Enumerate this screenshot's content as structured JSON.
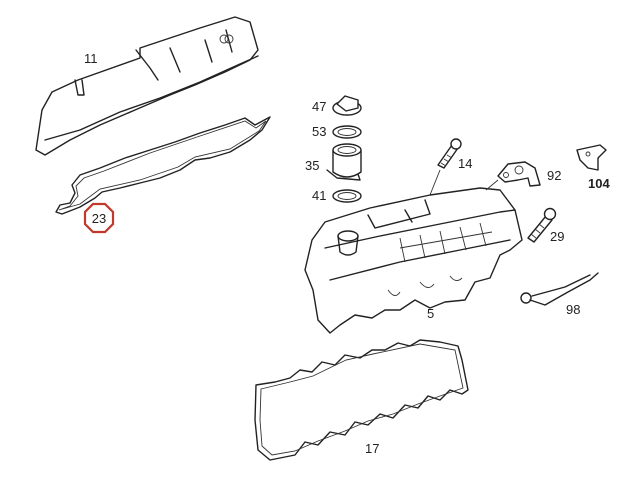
{
  "diagram": {
    "callouts": [
      {
        "id": "11",
        "label": "11"
      },
      {
        "id": "23",
        "label": "23",
        "highlighted": true
      },
      {
        "id": "47",
        "label": "47"
      },
      {
        "id": "53",
        "label": "53"
      },
      {
        "id": "35",
        "label": "35"
      },
      {
        "id": "41",
        "label": "41"
      },
      {
        "id": "14",
        "label": "14"
      },
      {
        "id": "92",
        "label": "92"
      },
      {
        "id": "104",
        "label": "104"
      },
      {
        "id": "29",
        "label": "29"
      },
      {
        "id": "98",
        "label": "98"
      },
      {
        "id": "5",
        "label": "5"
      },
      {
        "id": "17",
        "label": "17"
      }
    ],
    "highlight_color": "#c0392b"
  }
}
